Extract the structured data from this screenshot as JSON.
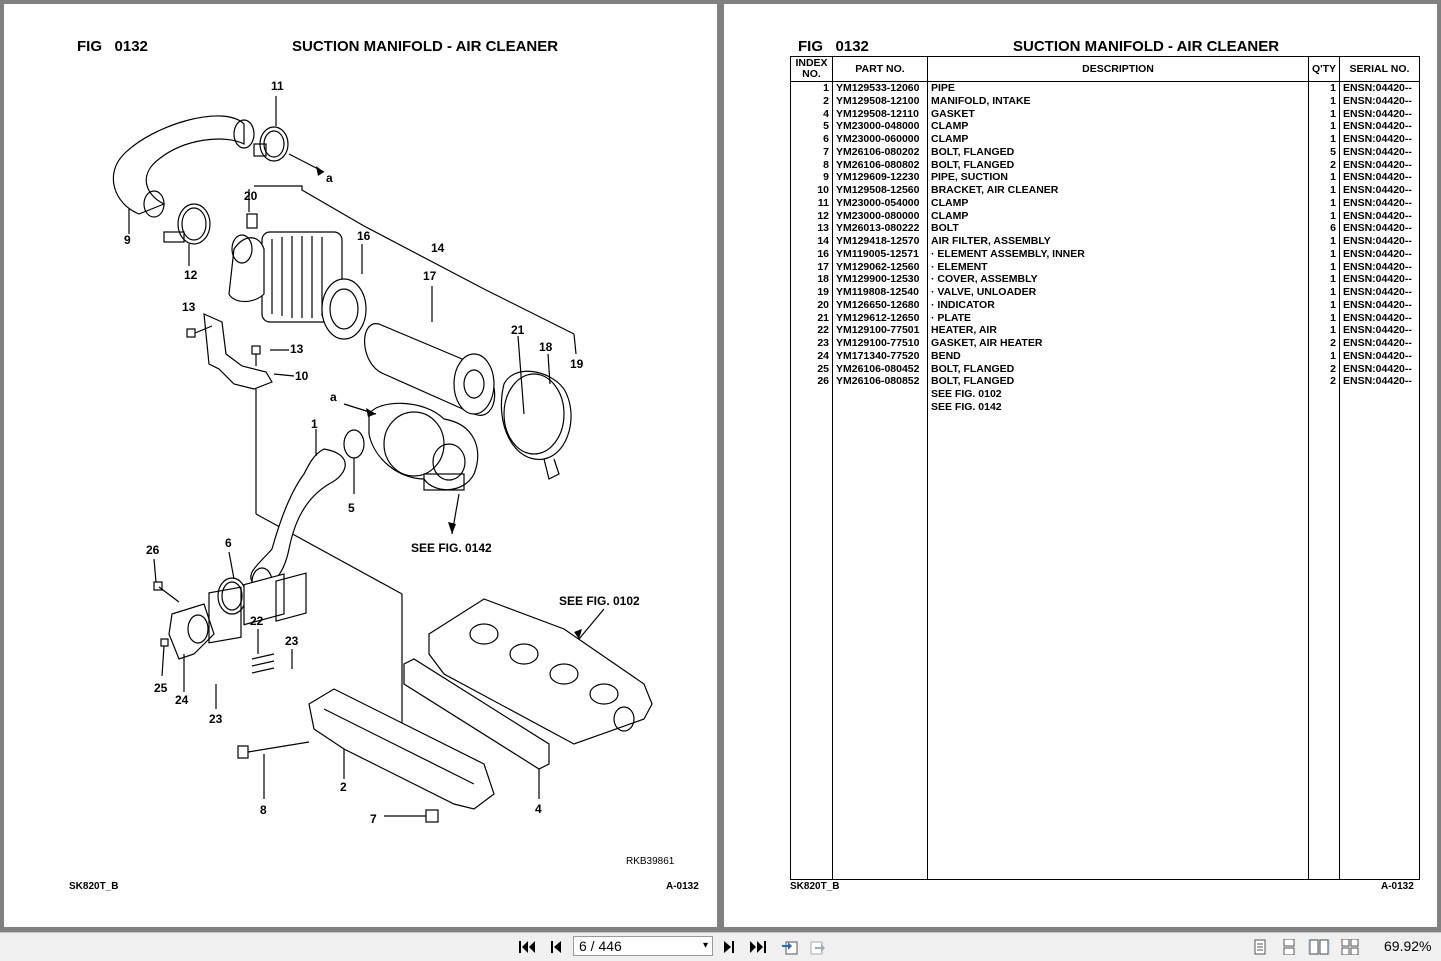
{
  "left_page": {
    "fig_label": "FIG",
    "fig_number": "0132",
    "title": "SUCTION MANIFOLD - AIR CLEANER",
    "drawing_code": "RKB39861",
    "footer_left": "SK820T_B",
    "footer_right": "A-0132",
    "callouts": [
      "11",
      "a",
      "20",
      "16",
      "14",
      "17",
      "9",
      "12",
      "13",
      "13",
      "10",
      "21",
      "18",
      "19",
      "1",
      "a",
      "5",
      "SEE FIG. 0142",
      "26",
      "6",
      "SEE FIG. 0102",
      "22",
      "23",
      "25",
      "24",
      "23",
      "8",
      "2",
      "7",
      "4"
    ]
  },
  "right_page": {
    "fig_label": "FIG",
    "fig_number": "0132",
    "title": "SUCTION MANIFOLD - AIR CLEANER",
    "footer_left": "SK820T_B",
    "footer_right": "A-0132",
    "headers": {
      "index": "INDEX NO.",
      "part": "PART NO.",
      "description": "DESCRIPTION",
      "qty": "Q'TY",
      "serial": "SERIAL NO."
    },
    "rows": [
      {
        "idx": "1",
        "part": "YM129533-12060",
        "desc": "PIPE",
        "qty": "1",
        "serial": "ENSN:04420--"
      },
      {
        "idx": "2",
        "part": "YM129508-12100",
        "desc": "MANIFOLD, INTAKE",
        "qty": "1",
        "serial": "ENSN:04420--"
      },
      {
        "idx": "4",
        "part": "YM129508-12110",
        "desc": "GASKET",
        "qty": "1",
        "serial": "ENSN:04420--"
      },
      {
        "idx": "5",
        "part": "YM23000-048000",
        "desc": "CLAMP",
        "qty": "1",
        "serial": "ENSN:04420--"
      },
      {
        "idx": "6",
        "part": "YM23000-060000",
        "desc": "CLAMP",
        "qty": "1",
        "serial": "ENSN:04420--"
      },
      {
        "idx": "7",
        "part": "YM26106-080202",
        "desc": "BOLT, FLANGED",
        "qty": "5",
        "serial": "ENSN:04420--"
      },
      {
        "idx": "8",
        "part": "YM26106-080802",
        "desc": "BOLT, FLANGED",
        "qty": "2",
        "serial": "ENSN:04420--"
      },
      {
        "idx": "9",
        "part": "YM129609-12230",
        "desc": "PIPE, SUCTION",
        "qty": "1",
        "serial": "ENSN:04420--"
      },
      {
        "idx": "10",
        "part": "YM129508-12560",
        "desc": "BRACKET, AIR CLEANER",
        "qty": "1",
        "serial": "ENSN:04420--"
      },
      {
        "idx": "11",
        "part": "YM23000-054000",
        "desc": "CLAMP",
        "qty": "1",
        "serial": "ENSN:04420--"
      },
      {
        "idx": "12",
        "part": "YM23000-080000",
        "desc": "CLAMP",
        "qty": "1",
        "serial": "ENSN:04420--"
      },
      {
        "idx": "13",
        "part": "YM26013-080222",
        "desc": "BOLT",
        "qty": "6",
        "serial": "ENSN:04420--"
      },
      {
        "idx": "14",
        "part": "YM129418-12570",
        "desc": "AIR FILTER, ASSEMBLY",
        "qty": "1",
        "serial": "ENSN:04420--"
      },
      {
        "idx": "16",
        "part": "YM119005-12571",
        "desc": "·  ELEMENT ASSEMBLY, INNER",
        "qty": "1",
        "serial": "ENSN:04420--"
      },
      {
        "idx": "17",
        "part": "YM129062-12560",
        "desc": "·  ELEMENT",
        "qty": "1",
        "serial": "ENSN:04420--"
      },
      {
        "idx": "18",
        "part": "YM129900-12530",
        "desc": "·  COVER, ASSEMBLY",
        "qty": "1",
        "serial": "ENSN:04420--"
      },
      {
        "idx": "19",
        "part": "YM119808-12540",
        "desc": "·  VALVE, UNLOADER",
        "qty": "1",
        "serial": "ENSN:04420--"
      },
      {
        "idx": "20",
        "part": "YM126650-12680",
        "desc": "·  INDICATOR",
        "qty": "1",
        "serial": "ENSN:04420--"
      },
      {
        "idx": "21",
        "part": "YM129612-12650",
        "desc": "·  PLATE",
        "qty": "1",
        "serial": "ENSN:04420--"
      },
      {
        "idx": "22",
        "part": "YM129100-77501",
        "desc": "HEATER, AIR",
        "qty": "1",
        "serial": "ENSN:04420--"
      },
      {
        "idx": "23",
        "part": "YM129100-77510",
        "desc": "GASKET, AIR HEATER",
        "qty": "2",
        "serial": "ENSN:04420--"
      },
      {
        "idx": "24",
        "part": "YM171340-77520",
        "desc": "BEND",
        "qty": "1",
        "serial": "ENSN:04420--"
      },
      {
        "idx": "25",
        "part": "YM26106-080452",
        "desc": "BOLT, FLANGED",
        "qty": "2",
        "serial": "ENSN:04420--"
      },
      {
        "idx": "26",
        "part": "YM26106-080852",
        "desc": "BOLT, FLANGED",
        "qty": "2",
        "serial": "ENSN:04420--"
      },
      {
        "idx": "",
        "part": "",
        "desc": "SEE FIG. 0102",
        "qty": "",
        "serial": ""
      },
      {
        "idx": "",
        "part": "",
        "desc": "SEE FIG. 0142",
        "qty": "",
        "serial": ""
      }
    ]
  },
  "toolbar": {
    "page_value": "6 / 446",
    "zoom": "69.92%"
  },
  "icons": [
    "first-page-icon",
    "prev-page-icon",
    "next-page-icon",
    "last-page-icon",
    "go-back-view-icon",
    "go-forward-view-icon",
    "single-page-icon",
    "continuous-page-icon",
    "two-page-icon",
    "two-page-continuous-icon"
  ]
}
